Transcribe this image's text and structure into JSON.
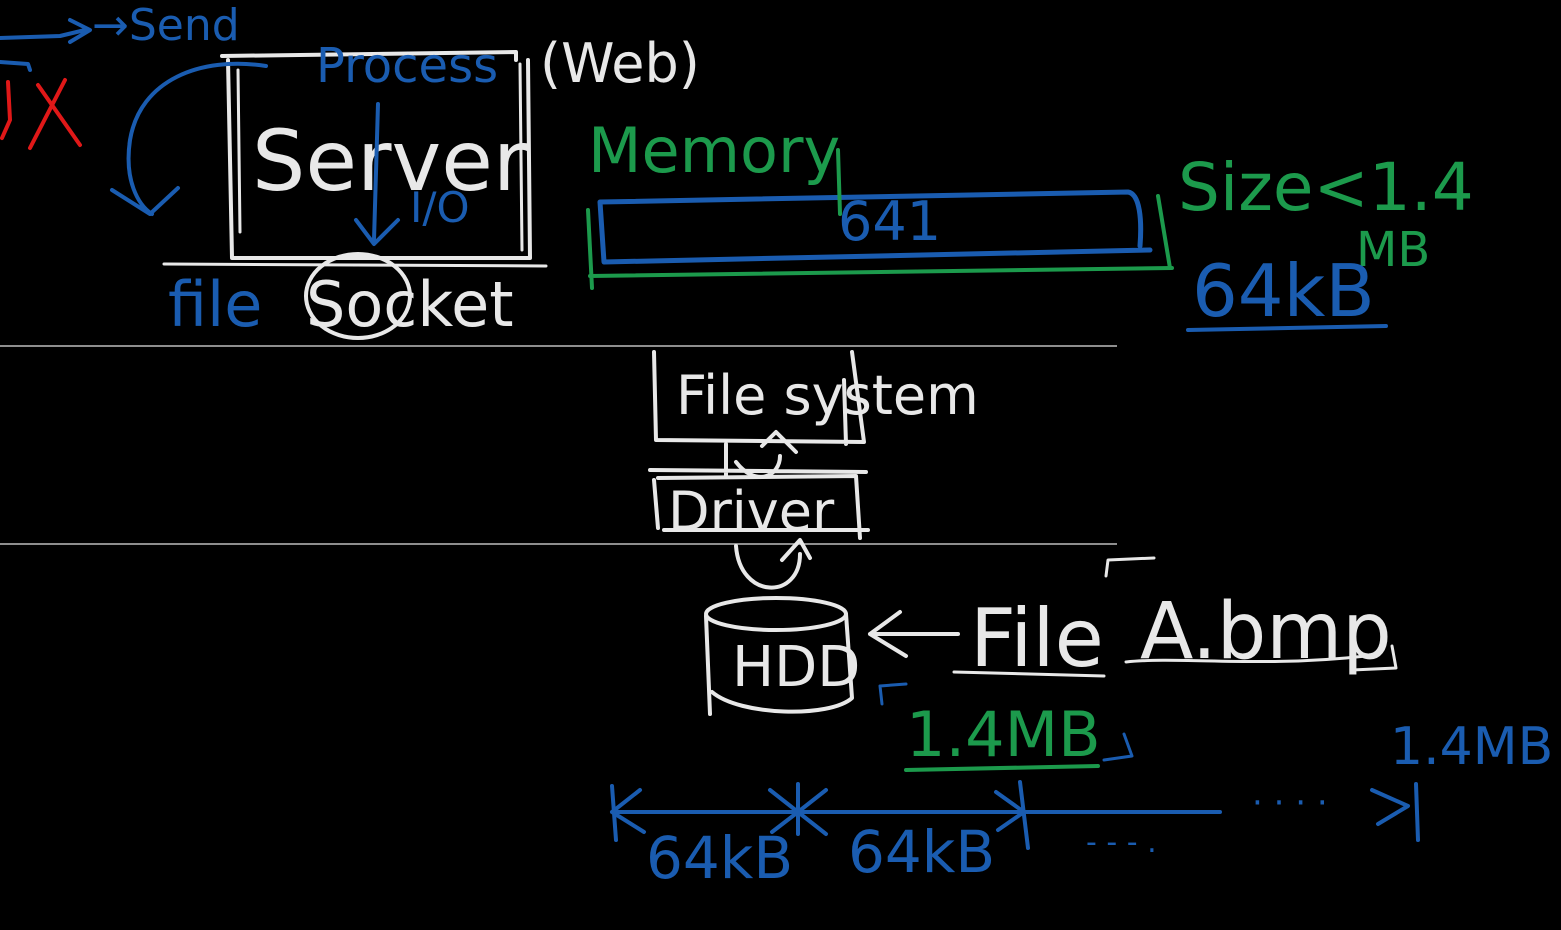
{
  "colors": {
    "background": "#000000",
    "white": "#e8e8e8",
    "blue": "#1a5cb0",
    "green": "#1c9a4c",
    "red": "#e01818",
    "rule": "#bdbdbd"
  },
  "labels": {
    "send": "→Send",
    "ux": "UX",
    "process": "Process",
    "web": "(Web)",
    "server": "Server",
    "io": "I/O",
    "file": "file",
    "socket": "Socket",
    "memory": "Memory",
    "memory_fill": "641",
    "size_limit": "Size<1.4",
    "size_unit": "MB",
    "chunk_size": "64kB",
    "file_system": "File system",
    "driver": "Driver",
    "hdd": "HDD",
    "file_label": "File",
    "file_name": "A.bmp",
    "file_size": "1.4MB",
    "total_size": "1.4MB",
    "segment_1": "64kB",
    "segment_2": "64kB",
    "segment_rest": "- - - .",
    "arrow_rest": "· · · ·"
  }
}
